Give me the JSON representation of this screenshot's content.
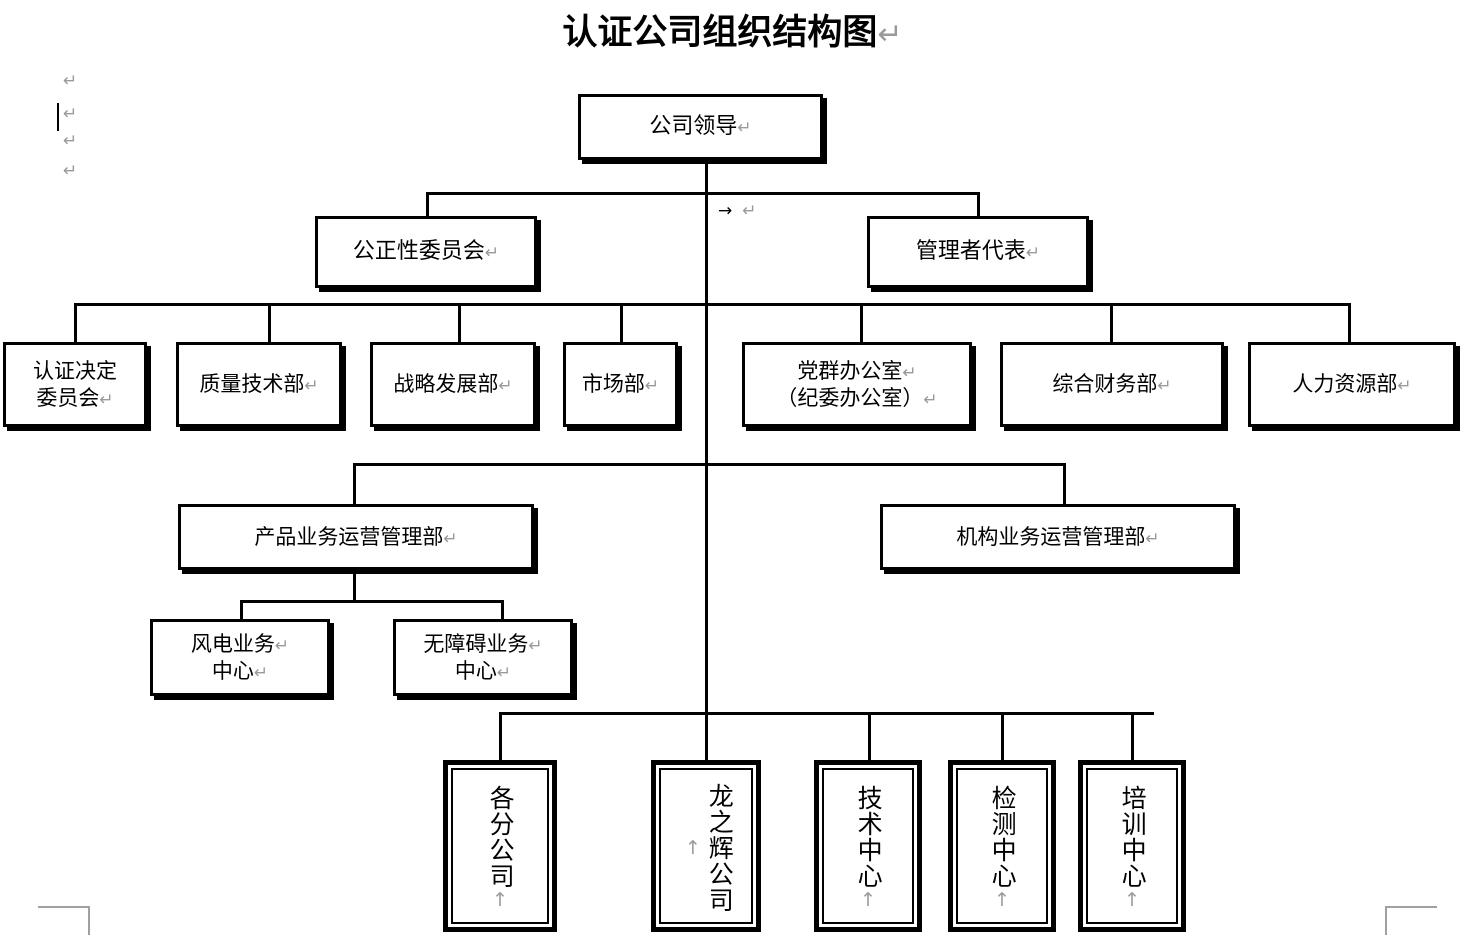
{
  "document": {
    "title": "认证公司组织结构图",
    "pilcrow_glyph": "↵",
    "uparrow_glyph": "↑",
    "tab_glyph": "→"
  },
  "margin_marks": [
    {
      "glyph": "↵"
    },
    {
      "glyph": "↵"
    },
    {
      "glyph": "↵"
    },
    {
      "glyph": "↵"
    }
  ],
  "inline_marks": {
    "tab_then_pilcrow": "→"
  },
  "chart_data": {
    "type": "diagram",
    "subtype": "organization-chart",
    "title": "认证公司组织结构图",
    "orientation": "top-down",
    "levels": 6,
    "nodes": [
      {
        "id": "leader",
        "label": "公司领导",
        "level": 1,
        "parent": null
      },
      {
        "id": "impartial",
        "label": "公正性委员会",
        "level": 2,
        "parent": "leader"
      },
      {
        "id": "mgmt_rep",
        "label": "管理者代表",
        "level": 2,
        "parent": "leader"
      },
      {
        "id": "cert_cmte",
        "label": "认证决定\n委员会",
        "level": 3,
        "parent": "leader"
      },
      {
        "id": "quality",
        "label": "质量技术部",
        "level": 3,
        "parent": "leader"
      },
      {
        "id": "strategy",
        "label": "战略发展部",
        "level": 3,
        "parent": "leader"
      },
      {
        "id": "marketing",
        "label": "市场部",
        "level": 3,
        "parent": "leader"
      },
      {
        "id": "party",
        "label": "党群办公室\n（纪委办公室）",
        "level": 3,
        "parent": "leader"
      },
      {
        "id": "finance",
        "label": "综合财务部",
        "level": 3,
        "parent": "leader"
      },
      {
        "id": "hr",
        "label": "人力资源部",
        "level": 3,
        "parent": "leader"
      },
      {
        "id": "product_ops",
        "label": "产品业务运营管理部",
        "level": 4,
        "parent": "leader"
      },
      {
        "id": "org_ops",
        "label": "机构业务运营管理部",
        "level": 4,
        "parent": "leader"
      },
      {
        "id": "wind",
        "label": "风电业务\n中心",
        "level": 5,
        "parent": "product_ops"
      },
      {
        "id": "barrierfree",
        "label": "无障碍业务\n中心",
        "level": 5,
        "parent": "product_ops"
      },
      {
        "id": "branches",
        "label": "各分公司",
        "level": 6,
        "parent": "leader",
        "vertical": true
      },
      {
        "id": "longzhihui",
        "label": "龙之辉公司",
        "level": 6,
        "parent": "leader",
        "vertical": true
      },
      {
        "id": "tech_ctr",
        "label": "技术中心",
        "level": 6,
        "parent": "leader",
        "vertical": true
      },
      {
        "id": "test_ctr",
        "label": "检测中心",
        "level": 6,
        "parent": "leader",
        "vertical": true
      },
      {
        "id": "train_ctr",
        "label": "培训中心",
        "level": 6,
        "parent": "leader",
        "vertical": true
      }
    ]
  },
  "nodes": {
    "leader": {
      "line1": "公司领导"
    },
    "impartial": {
      "line1": "公正性委员会"
    },
    "mgmt_rep": {
      "line1": "管理者代表"
    },
    "cert_cmte": {
      "line1": "认证决定",
      "line2": "委员会"
    },
    "quality": {
      "line1": "质量技术部"
    },
    "strategy": {
      "line1": "战略发展部"
    },
    "marketing": {
      "line1": "市场部"
    },
    "party": {
      "line1": "党群办公室",
      "line2": "（纪委办公室）"
    },
    "finance": {
      "line1": "综合财务部"
    },
    "hr": {
      "line1": "人力资源部"
    },
    "product_ops": {
      "line1": "产品业务运营管理部"
    },
    "org_ops": {
      "line1": "机构业务运营管理部"
    },
    "wind": {
      "line1": "风电业务",
      "line2": "中心"
    },
    "barrierfree": {
      "line1": "无障碍业务",
      "line2": "中心"
    },
    "branches": {
      "line1": "各分公司"
    },
    "longzhihui": {
      "line1": "龙之辉公司"
    },
    "tech_ctr": {
      "line1": "技术中心"
    },
    "test_ctr": {
      "line1": "检测中心"
    },
    "train_ctr": {
      "line1": "培训中心"
    }
  },
  "colors": {
    "ink": "#000000",
    "paper": "#ffffff",
    "mark_gray": "#9a9a9a",
    "page_guide": "#a0a0a0"
  }
}
